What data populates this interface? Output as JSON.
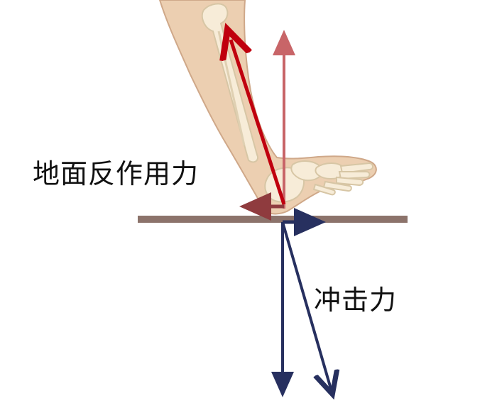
{
  "labels": {
    "ground_reaction_force": "地面反作用力",
    "impact_force": "冲击力"
  },
  "colors": {
    "skin": "#eccfb1",
    "skin_outline": "#cfa889",
    "bone": "#f7ecd8",
    "bone_outline": "#d7c6a5",
    "ground": "#8c736b",
    "reaction_arrow": "#c0000e",
    "vertical_reaction_arrow": "#c86568",
    "horizontal_reaction_arrow": "#8f3b3e",
    "impact_arrow": "#27305f",
    "label_text": "#111111"
  },
  "icons": {
    "leg": "leg-foot-skeleton-illustration"
  }
}
